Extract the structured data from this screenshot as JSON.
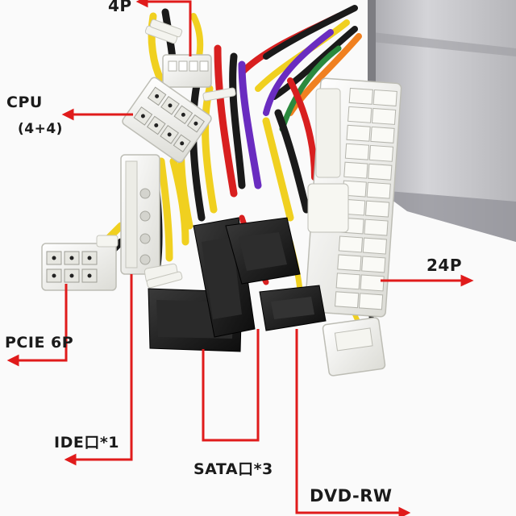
{
  "labels": {
    "four_pin": "4P",
    "cpu": "CPU",
    "cpu_detail": "(4+4)",
    "twenty_four_pin": "24P",
    "pcie": "PCIE 6P",
    "ide": "IDE口*1",
    "sata": "SATA口*3",
    "dvd": "DVD-RW"
  },
  "colors": {
    "arrow": "#e01b1b",
    "wire_yellow": "#f0d020",
    "wire_black": "#1a1a1a",
    "wire_red": "#d81f1f",
    "wire_purple": "#6a2cc0",
    "wire_orange": "#f08020",
    "wire_green": "#2b8a3e",
    "connector_white": "#f6f6f2",
    "psu_body": "#c8c8cc"
  }
}
